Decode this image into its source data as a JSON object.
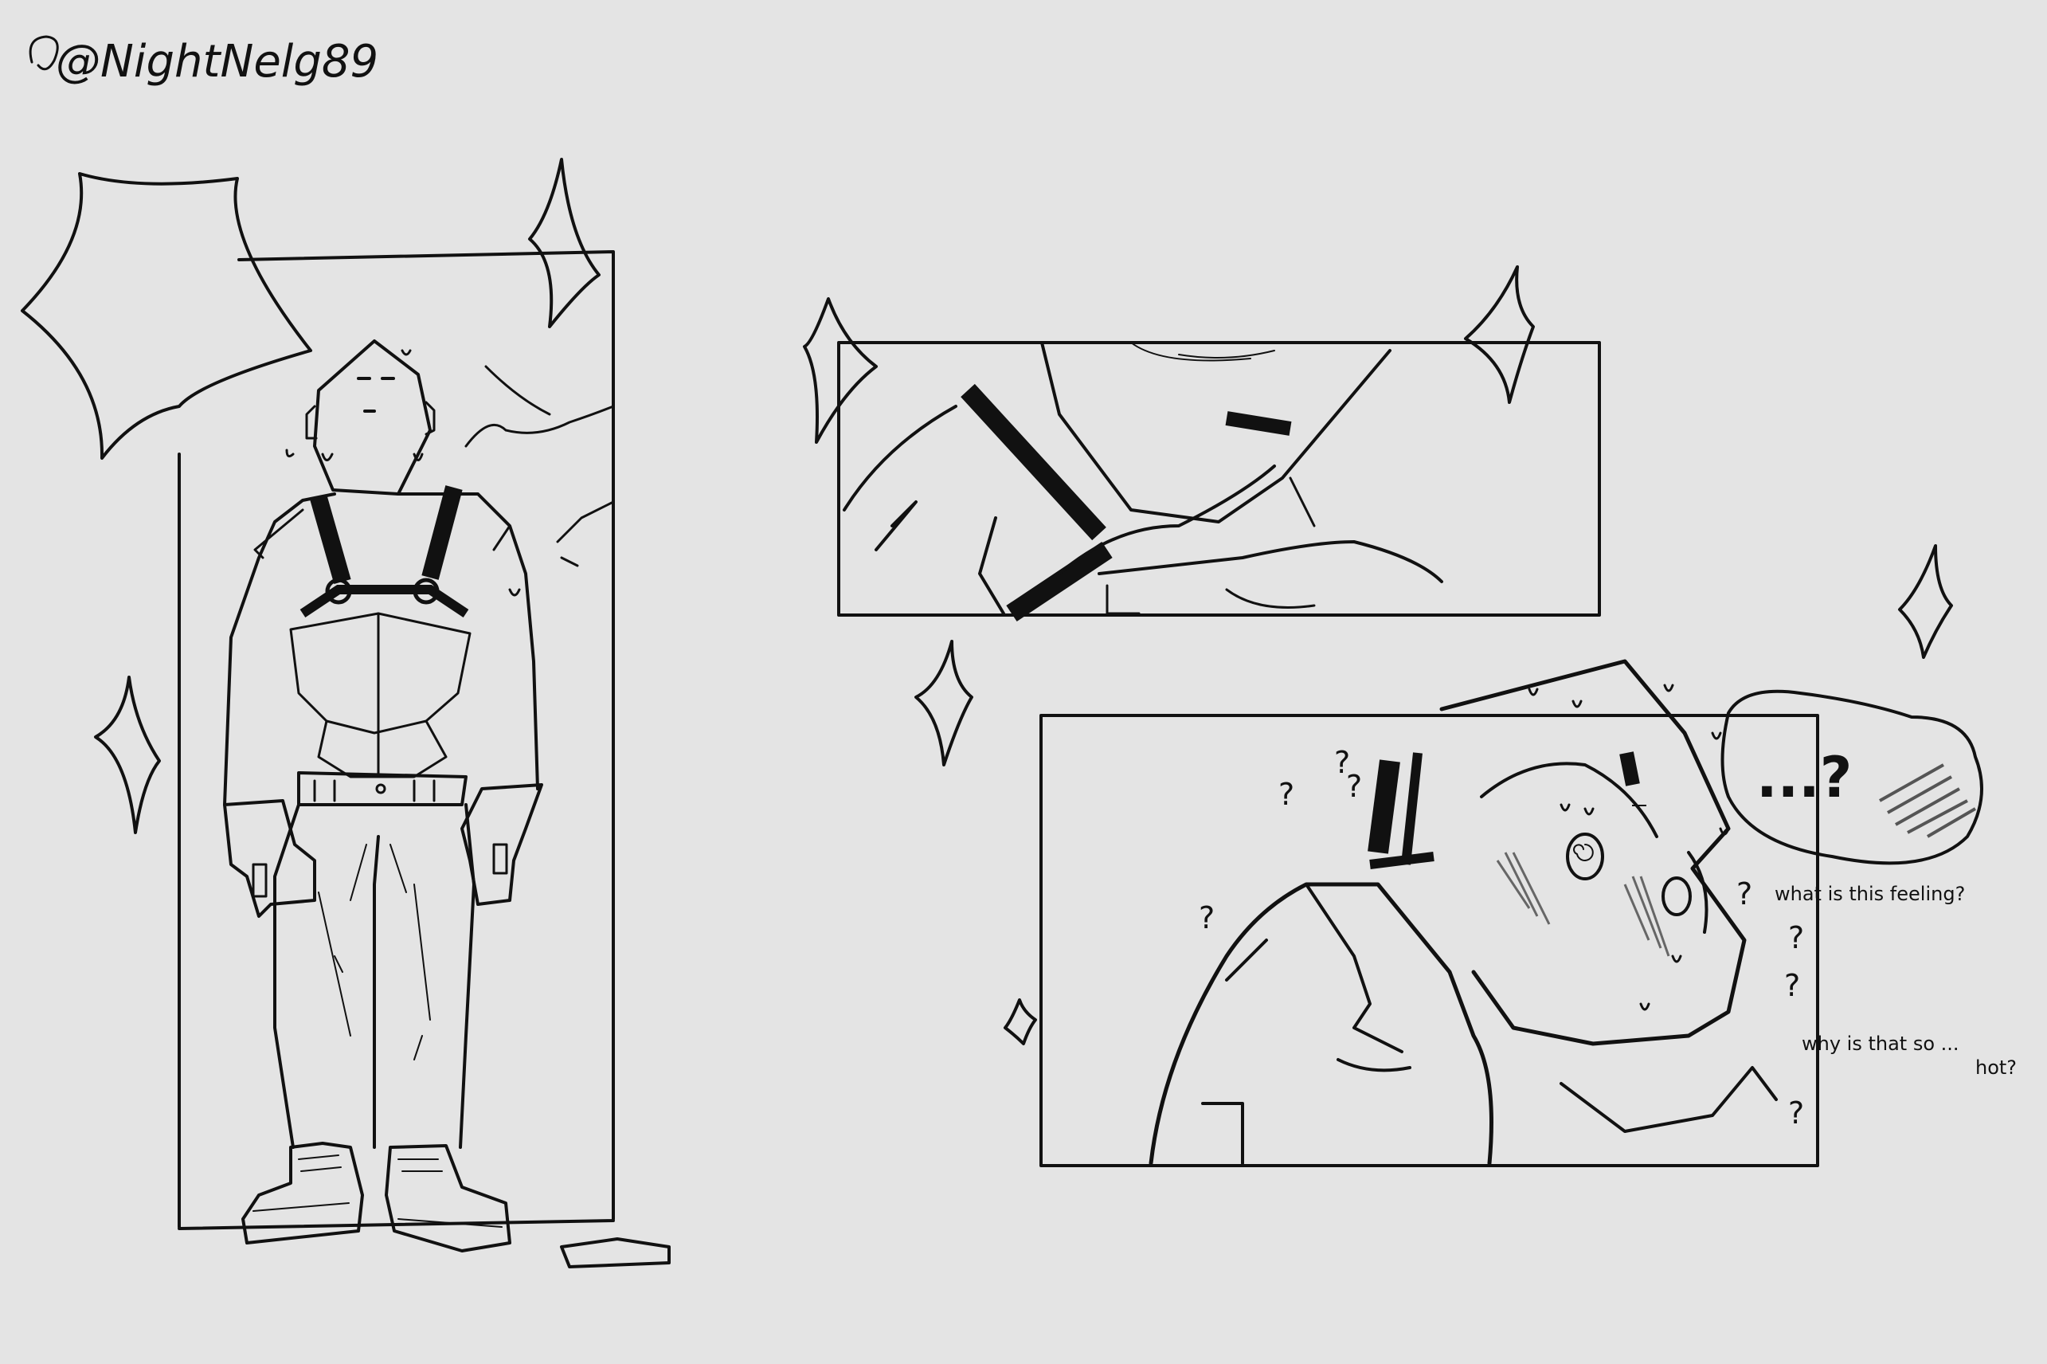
{
  "signature": "@NightNelg89",
  "thought_bubble": {
    "text": "...?"
  },
  "captions": {
    "line1": "what is this feeling?",
    "line2a": "why is that so ...",
    "line2b": "hot?"
  },
  "question_mark": "?",
  "colors": {
    "paper": "#e4e4e4",
    "ink": "#111111",
    "blush": "#555555"
  }
}
